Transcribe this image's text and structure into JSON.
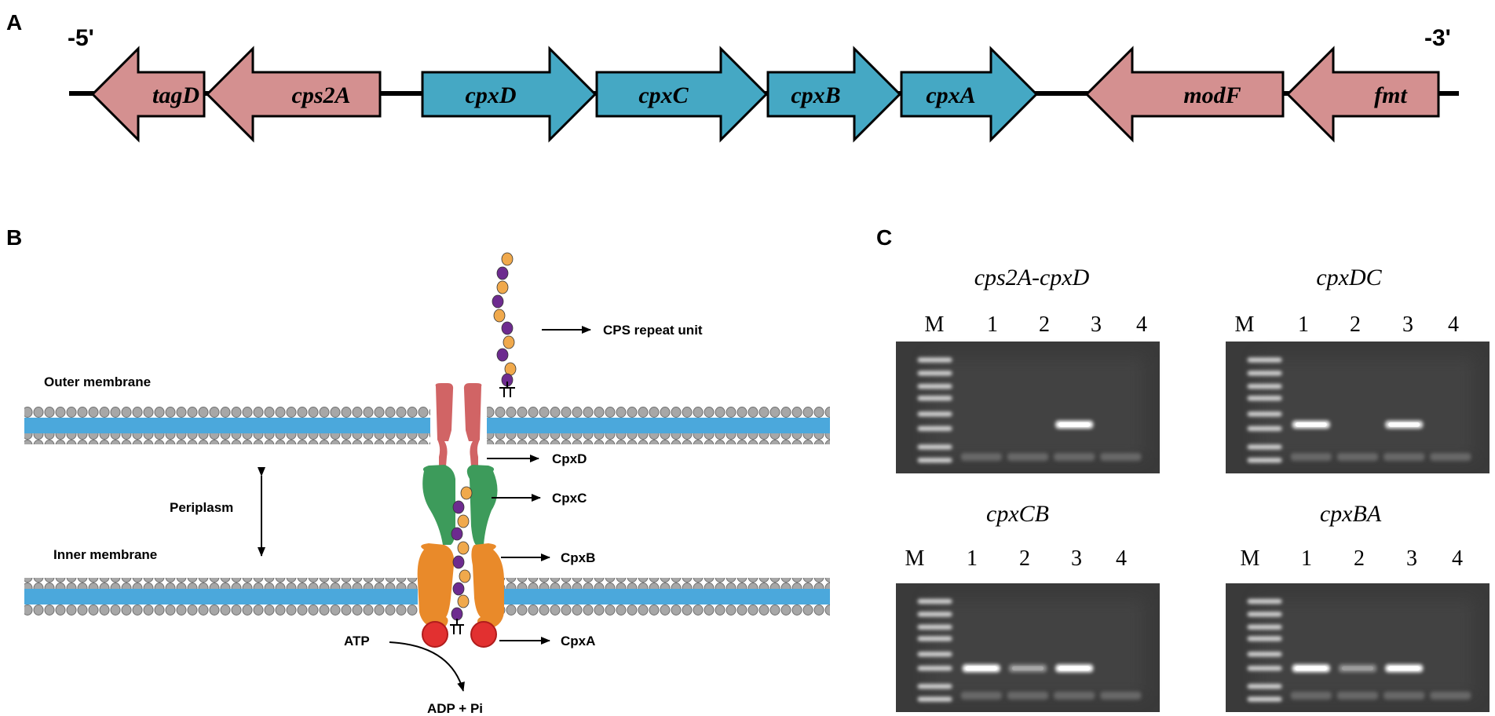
{
  "panels": {
    "a": {
      "label": "A",
      "five_prime": "-5'",
      "three_prime": "-3'"
    },
    "b": {
      "label": "B"
    },
    "c": {
      "label": "C"
    }
  },
  "colors": {
    "flank_gene": "#d49090",
    "cpx_gene": "#45a8c4",
    "membrane_blue": "#4ba8dc",
    "lipid_head": "#a7a7a7",
    "cpxD": "#d16465",
    "cpxC": "#3d9b5b",
    "cpxB": "#e98a2a",
    "cpxA": "#e23030",
    "sugar_orange": "#f0a94c",
    "sugar_purple": "#6d2b8f",
    "gel_bg": "#3a3a3a"
  },
  "genes": [
    {
      "name": "tagD",
      "group": "flank",
      "direction": "left"
    },
    {
      "name": "cps2A",
      "group": "flank",
      "direction": "left"
    },
    {
      "name": "cpxD",
      "group": "cpx",
      "direction": "right"
    },
    {
      "name": "cpxC",
      "group": "cpx",
      "direction": "right"
    },
    {
      "name": "cpxB",
      "group": "cpx",
      "direction": "right"
    },
    {
      "name": "cpxA",
      "group": "cpx",
      "direction": "right"
    },
    {
      "name": "modF",
      "group": "flank",
      "direction": "left"
    },
    {
      "name": "fmt",
      "group": "flank",
      "direction": "left"
    }
  ],
  "diagram": {
    "outer_membrane": "Outer membrane",
    "inner_membrane": "Inner membrane",
    "periplasm": "Periplasm",
    "cps_repeat": "CPS repeat unit",
    "cpxD": "CpxD",
    "cpxC": "CpxC",
    "cpxB": "CpxB",
    "cpxA": "CpxA",
    "atp": "ATP",
    "adp": "ADP + Pi"
  },
  "gels": [
    {
      "title": "cps2A-cpxD",
      "lanes": [
        "M",
        "1",
        "2",
        "3",
        "4"
      ],
      "bands": [
        {
          "lane": 3,
          "intensity": 1.0
        }
      ]
    },
    {
      "title": "cpxDC",
      "lanes": [
        "M",
        "1",
        "2",
        "3",
        "4"
      ],
      "bands": [
        {
          "lane": 1,
          "intensity": 0.9
        },
        {
          "lane": 3,
          "intensity": 0.85
        }
      ]
    },
    {
      "title": "cpxCB",
      "lanes": [
        "M",
        "1",
        "2",
        "3",
        "4"
      ],
      "bands": [
        {
          "lane": 1,
          "intensity": 1.0
        },
        {
          "lane": 2,
          "intensity": 0.2
        },
        {
          "lane": 3,
          "intensity": 1.0
        }
      ]
    },
    {
      "title": "cpxBA",
      "lanes": [
        "M",
        "1",
        "2",
        "3",
        "4"
      ],
      "bands": [
        {
          "lane": 1,
          "intensity": 1.0
        },
        {
          "lane": 2,
          "intensity": 0.15
        },
        {
          "lane": 3,
          "intensity": 1.0
        }
      ]
    }
  ]
}
